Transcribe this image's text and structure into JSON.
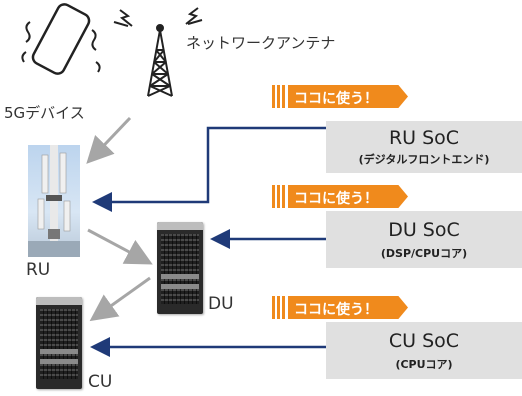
{
  "devices": {
    "antenna_label": "ネットワークアンテナ",
    "device_label": "5Gデバイス",
    "ru_label": "RU",
    "du_label": "DU",
    "cu_label": "CU"
  },
  "callouts": [
    {
      "tag": "ココに使う！",
      "title": "RU SoC",
      "subtitle": "(デジタルフロントエンド)"
    },
    {
      "tag": "ココに使う！",
      "title": "DU SoC",
      "subtitle": "(DSP/CPUコア)"
    },
    {
      "tag": "ココに使う！",
      "title": "CU SoC",
      "subtitle": "(CPUコア)"
    }
  ],
  "colors": {
    "accent_orange": "#f08a1c",
    "arrow_navy": "#1f3a78",
    "arrow_gray": "#a6a6a6",
    "panel_gray": "#e0e0e0"
  },
  "icons": [
    "smartphone-icon",
    "antenna-tower-icon",
    "tower-photo",
    "server-icon"
  ]
}
